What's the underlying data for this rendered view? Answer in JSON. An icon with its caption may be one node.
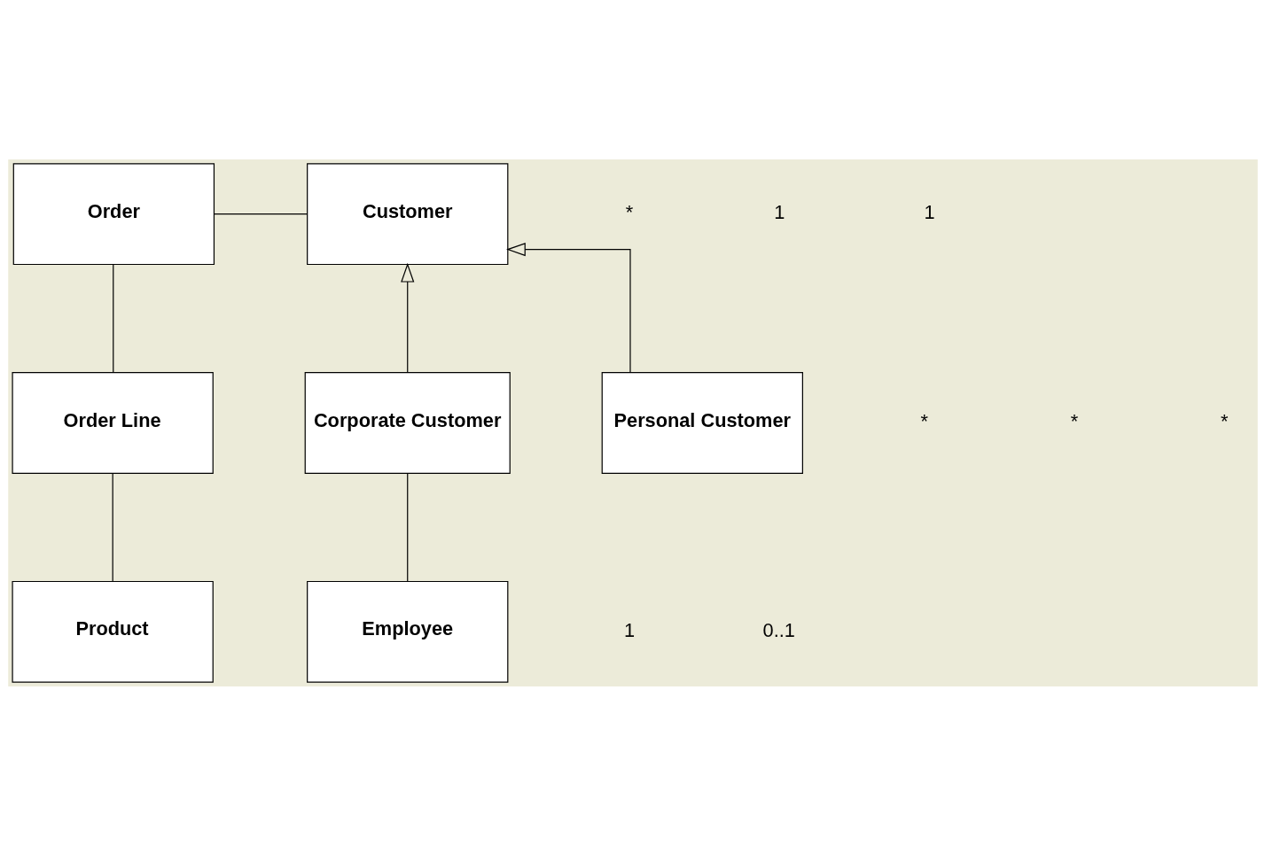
{
  "diagram": {
    "nodes": [
      {
        "text": [
          "Order"
        ]
      },
      {
        "text": [
          "Customer"
        ]
      },
      {
        "text": [
          "Order Line"
        ]
      },
      {
        "text": [
          "Corporate Customer"
        ]
      },
      {
        "text": [
          "Personal Customer"
        ]
      },
      {
        "text": [
          "Product"
        ]
      },
      {
        "text": [
          "Employee"
        ]
      }
    ],
    "edges": [
      {
        "from": 0,
        "to": 1,
        "arrow": "none"
      },
      {
        "from": 3,
        "to": 1,
        "arrow": "to"
      },
      {
        "from": 4,
        "to": 1,
        "arrow": "to"
      },
      {
        "from": 0,
        "to": 2,
        "arrow": "none"
      },
      {
        "from": 2,
        "to": 5,
        "arrow": "none"
      },
      {
        "from": 3,
        "to": 6,
        "arrow": "none"
      }
    ],
    "labels": [
      "*",
      "1",
      "1",
      "*",
      "*",
      "*",
      "1",
      "0..1"
    ]
  }
}
